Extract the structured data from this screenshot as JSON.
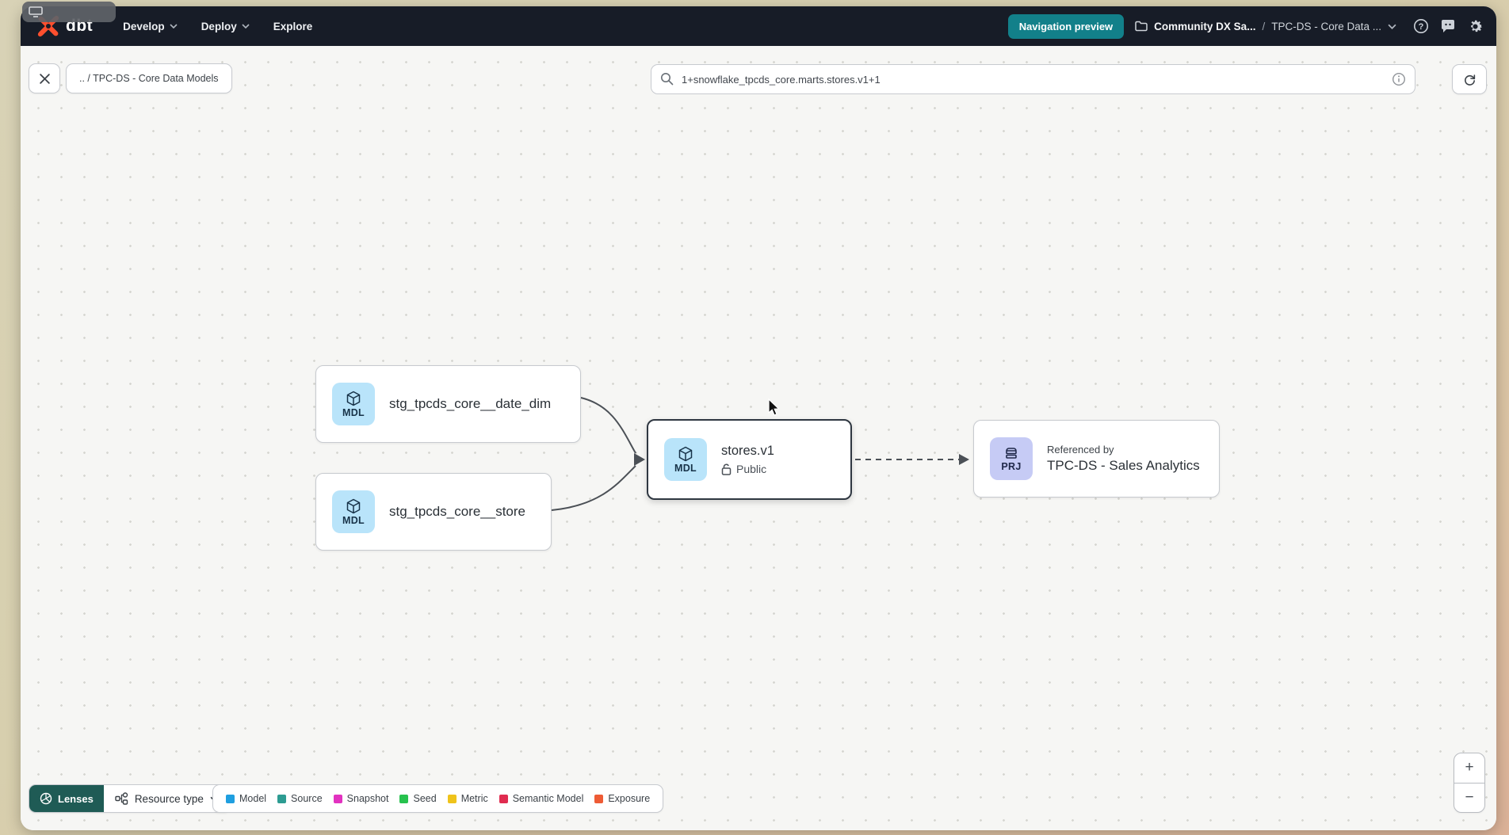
{
  "navbar": {
    "logo_text": "dbt",
    "menu": [
      {
        "label": "Develop",
        "has_chevron": true
      },
      {
        "label": "Deploy",
        "has_chevron": true
      },
      {
        "label": "Explore",
        "has_chevron": false
      }
    ],
    "preview_badge": "Navigation preview",
    "breadcrumb": {
      "project": "Community DX Sa...",
      "separator": "/",
      "section": "TPC-DS - Core Data ..."
    },
    "icons": [
      "help-icon",
      "feedback-icon",
      "settings-icon"
    ]
  },
  "toolbar": {
    "breadcrumb_chip": ".. / TPC-DS - Core Data Models",
    "search_value": "1+snowflake_tpcds_core.marts.stores.v1+1"
  },
  "graph": {
    "nodes": [
      {
        "badge": "MDL",
        "label": "stg_tpcds_core__date_dim"
      },
      {
        "badge": "MDL",
        "label": "stg_tpcds_core__store"
      },
      {
        "badge": "MDL",
        "label": "stores.v1",
        "sublabel": "Public",
        "selected": true
      },
      {
        "badge": "PRJ",
        "pretext": "Referenced by",
        "label": "TPC-DS - Sales Analytics"
      }
    ],
    "edge_color": "#4b5056"
  },
  "footer": {
    "lenses_label": "Lenses",
    "resource_type_label": "Resource type",
    "legend": [
      {
        "label": "Model",
        "color": "#1f9fe0"
      },
      {
        "label": "Source",
        "color": "#2d9c92"
      },
      {
        "label": "Snapshot",
        "color": "#e232c0"
      },
      {
        "label": "Seed",
        "color": "#27c24e"
      },
      {
        "label": "Metric",
        "color": "#efc31b"
      },
      {
        "label": "Semantic Model",
        "color": "#e02c50"
      },
      {
        "label": "Exposure",
        "color": "#ee5b35"
      }
    ]
  },
  "zoom_controls": {
    "zoom_in": "+",
    "zoom_out": "−"
  },
  "colors": {
    "brand_orange": "#ff4f2e",
    "navbar_bg": "#171c27",
    "preview_badge_bg": "#12808a",
    "lenses_bg": "#1f5b55",
    "mdl_badge_bg": "#b9e4fa",
    "prj_badge_bg": "#c6cbf5",
    "selected_border": "#2f3741"
  }
}
